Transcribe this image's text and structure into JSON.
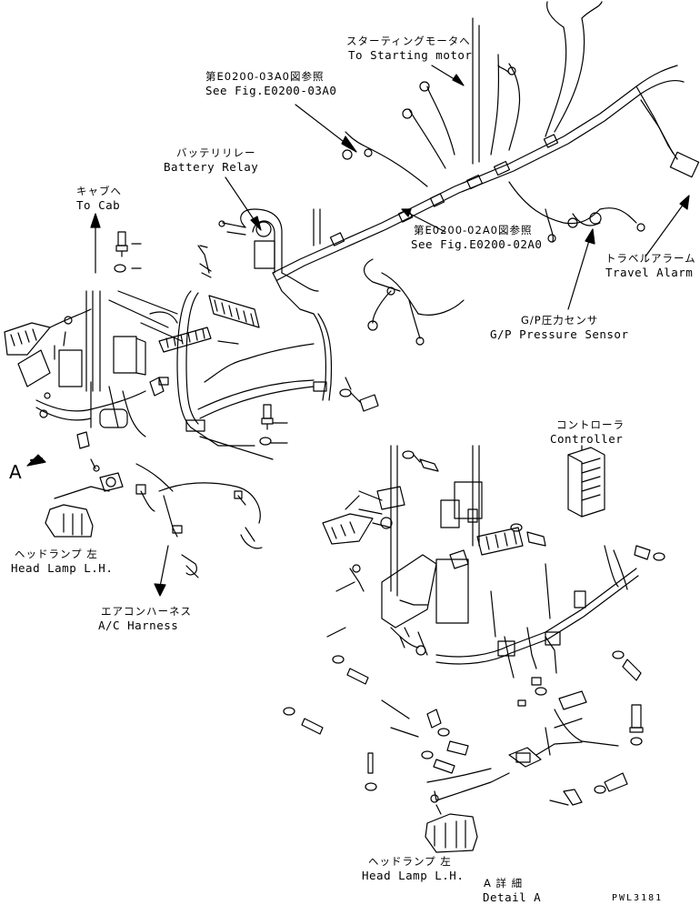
{
  "callouts": {
    "starting_motor": {
      "ja": "スターティングモータへ",
      "en": "To Starting motor"
    },
    "fig_03a0": {
      "ja": "第E0200-03A0図参照",
      "en": "See Fig.E0200-03A0"
    },
    "battery_relay": {
      "ja": "バッテリリレー",
      "en": "Battery Relay"
    },
    "to_cab": {
      "ja": "キャブへ",
      "en": "To Cab"
    },
    "fig_02a0": {
      "ja": "第E0200-02A0図参照",
      "en": "See Fig.E0200-02A0"
    },
    "travel_alarm": {
      "ja": "トラベルアラーム",
      "en": "Travel Alarm"
    },
    "pressure_sensor": {
      "ja": "G/P圧力センサ",
      "en": "G/P Pressure Sensor"
    },
    "controller": {
      "ja": "コントローラ",
      "en": "Controller"
    },
    "view_marker": "A",
    "head_lamp_1": {
      "ja": "ヘッドランプ 左",
      "en": "Head Lamp L.H."
    },
    "ac_harness": {
      "ja": "エアコンハーネス",
      "en": "A/C Harness"
    },
    "head_lamp_2": {
      "ja": "ヘッドランプ 左",
      "en": "Head Lamp L.H."
    },
    "detail_a": {
      "ja": "A 詳 細",
      "en": "Detail A"
    }
  },
  "drawing_code": "PWL3181",
  "colors": {
    "ink": "#000000",
    "paper": "#ffffff"
  }
}
